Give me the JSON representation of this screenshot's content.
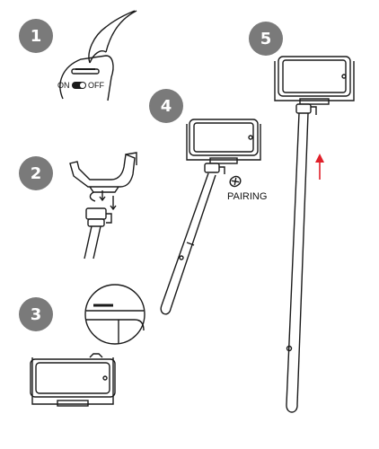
{
  "steps": [
    {
      "number": "1"
    },
    {
      "number": "2"
    },
    {
      "number": "3"
    },
    {
      "number": "4"
    },
    {
      "number": "5"
    }
  ],
  "switch": {
    "on_label": "ON",
    "off_label": "OFF"
  },
  "pairing_label": "PAIRING",
  "colors": {
    "badge": "#7a7a7a",
    "line": "#1a1a1a",
    "arrow": "#e0202a"
  },
  "icons": [
    "finger-press-icon",
    "bluetooth-icon",
    "up-arrow-icon"
  ]
}
